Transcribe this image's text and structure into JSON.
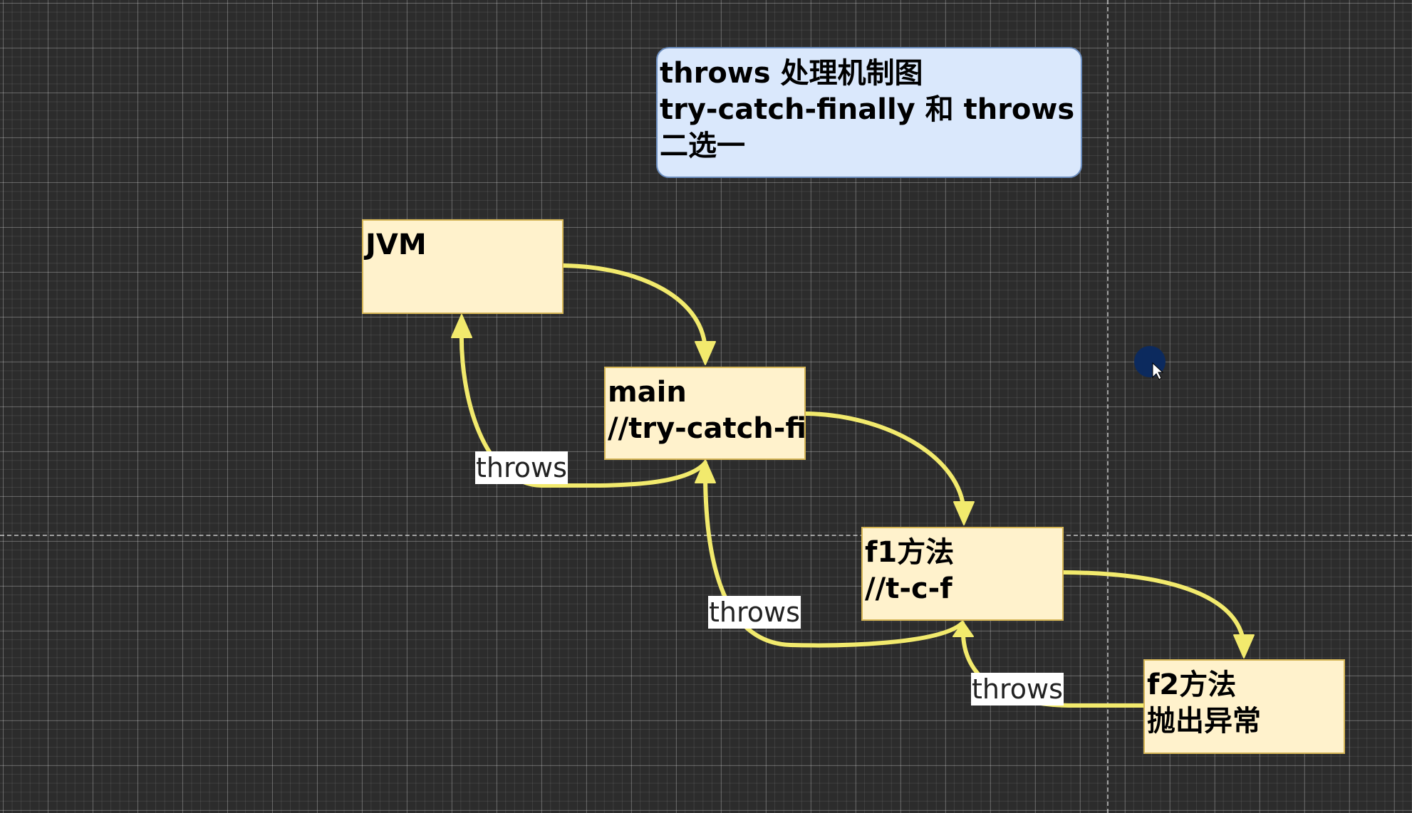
{
  "title": {
    "lines": [
      "throws 处理机制图",
      "try-catch-finally 和 throws",
      "二选一"
    ]
  },
  "nodes": {
    "jvm": {
      "lines": [
        "JVM"
      ]
    },
    "main": {
      "lines": [
        "main",
        "//try-catch-fin"
      ]
    },
    "f1": {
      "lines": [
        "f1方法",
        "//t-c-f"
      ]
    },
    "f2": {
      "lines": [
        "f2方法",
        "抛出异常"
      ]
    }
  },
  "edge_labels": [
    "throws",
    "throws",
    "throws"
  ],
  "colors": {
    "canvas": "#2c2c2c",
    "title_fill": "#dae8fc",
    "title_stroke": "#6c8ebf",
    "node_fill": "#fff2cc",
    "node_stroke": "#d6b656",
    "arrow": "#f2ea6d"
  },
  "icons": {
    "cursor": "mouse-pointer-icon"
  }
}
